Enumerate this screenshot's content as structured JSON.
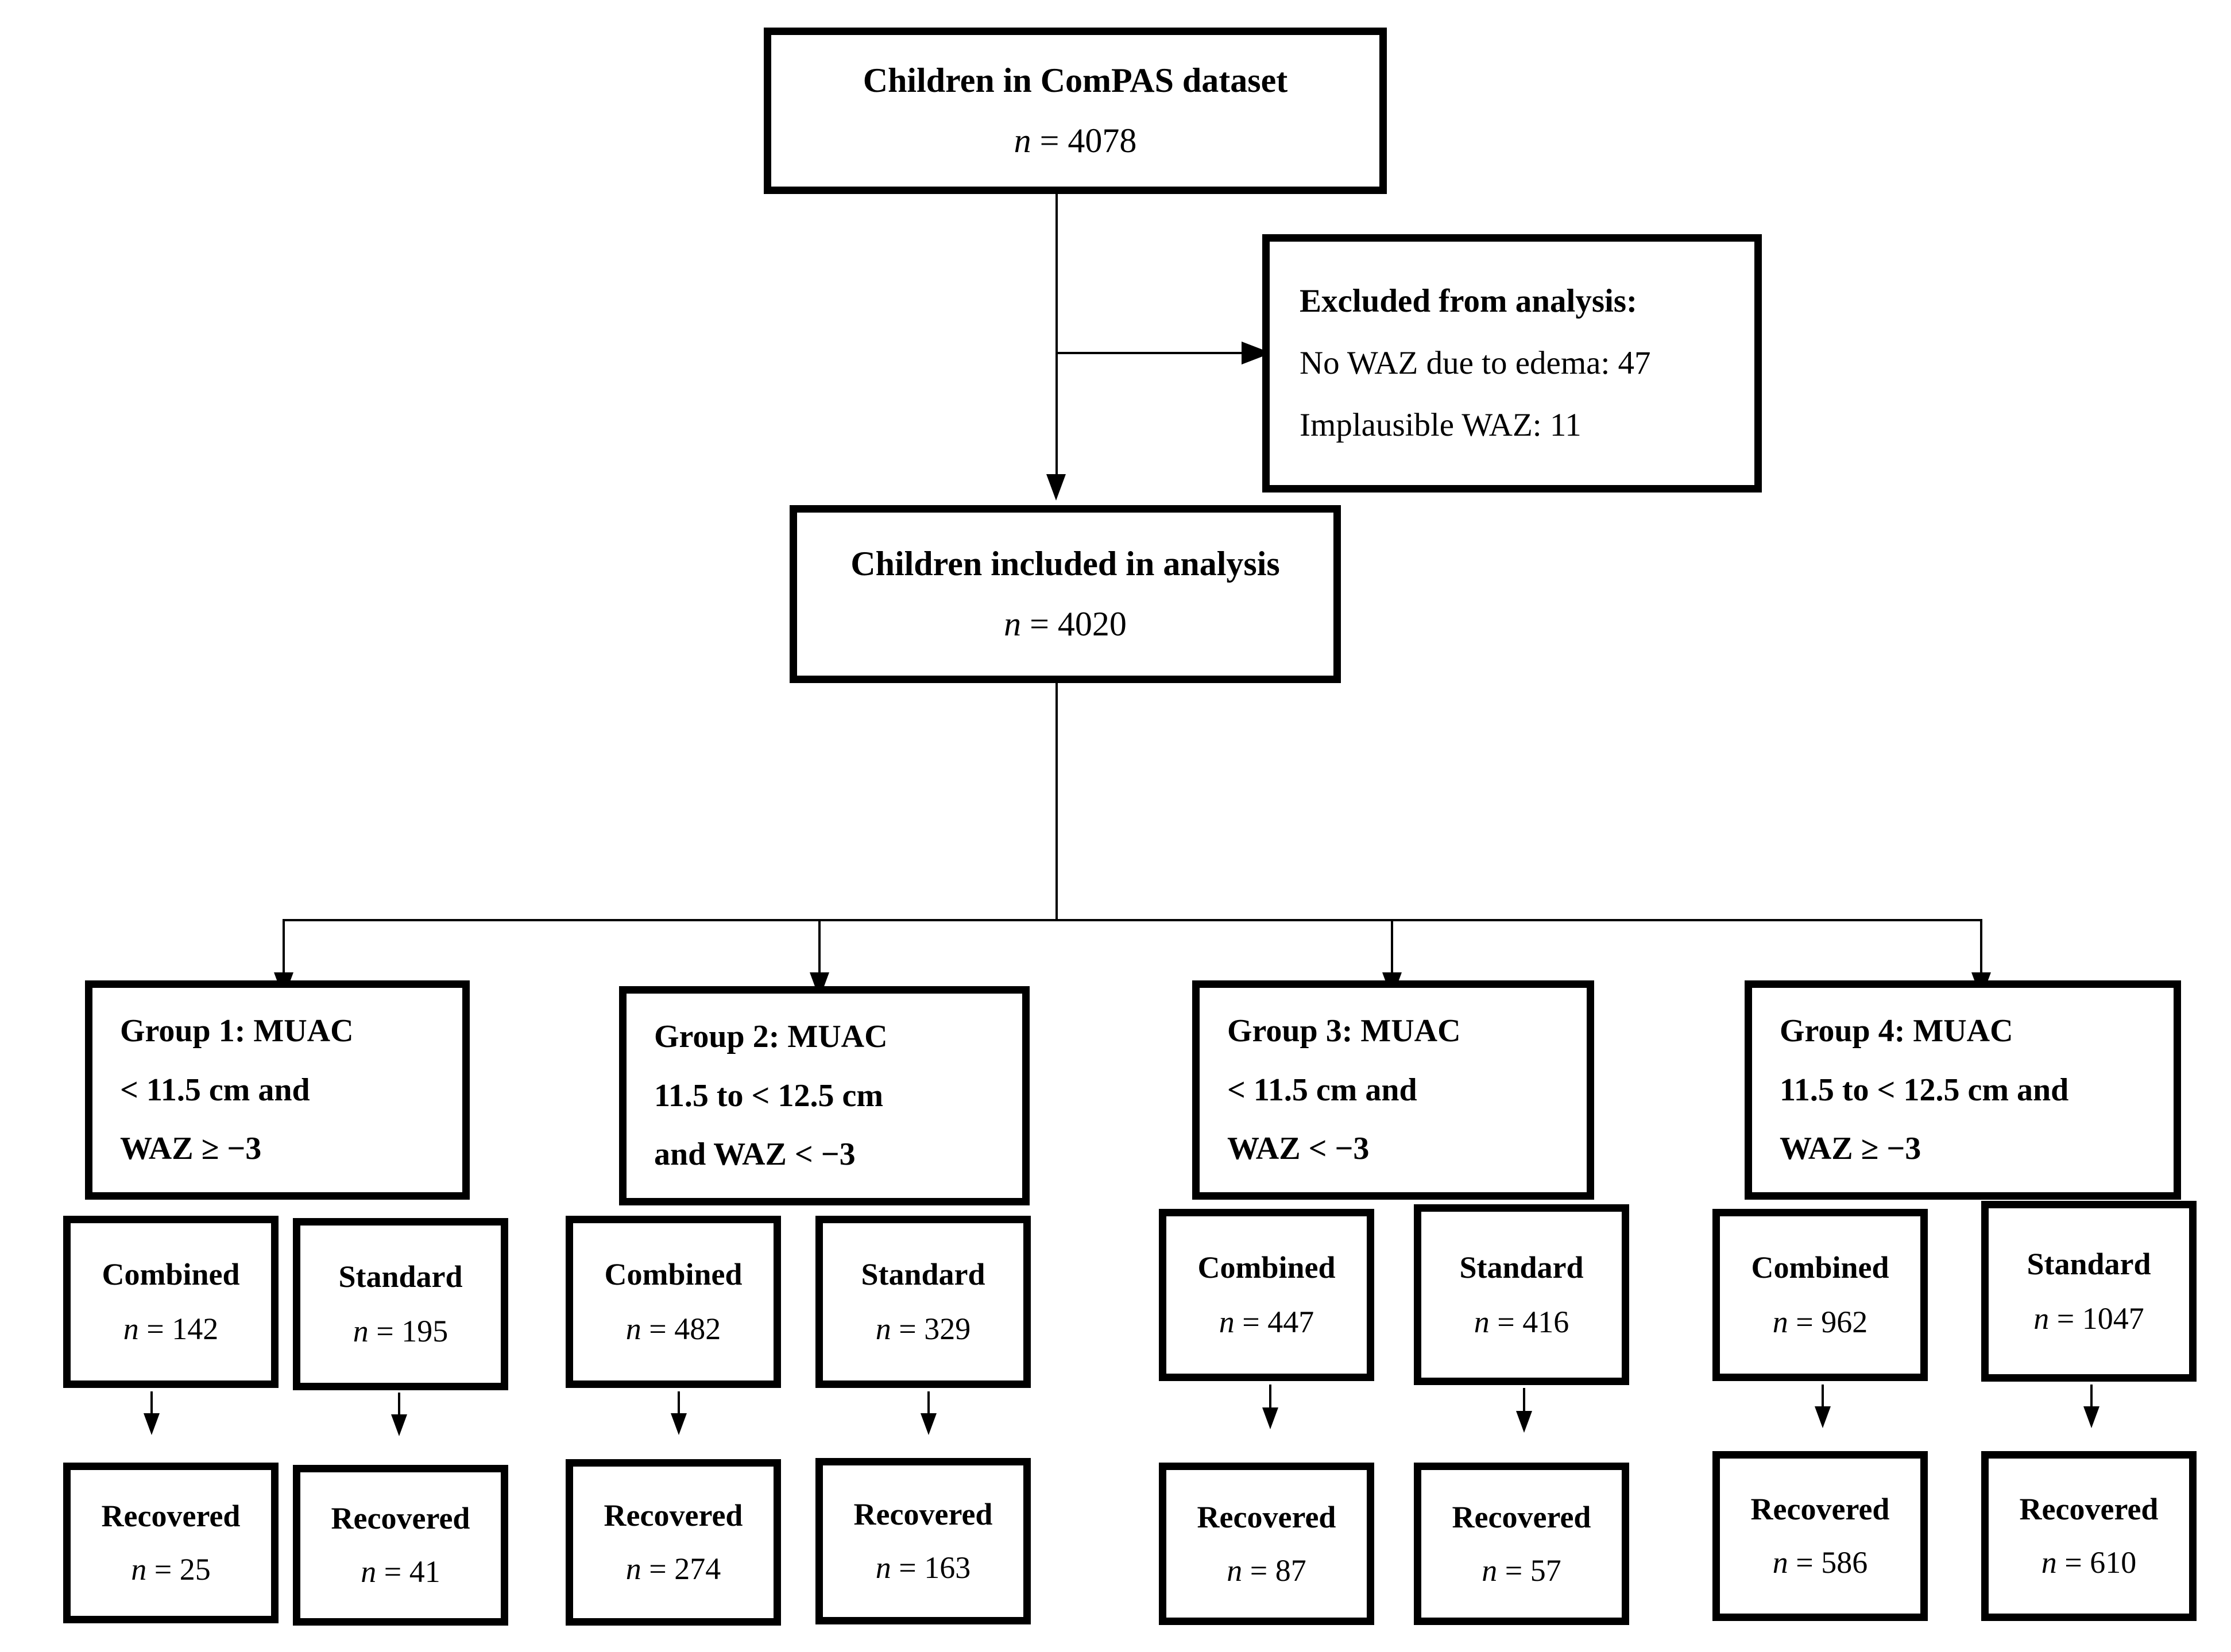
{
  "figure": {
    "type": "flowchart",
    "orientation": "top-down"
  },
  "nodes": {
    "dataset": {
      "title": "Children in ComPAS dataset",
      "n": "n = 4078"
    },
    "excluded": {
      "title": "Excluded from analysis:",
      "reason_1": "No WAZ due to edema: 47",
      "reason_2": "Implausible WAZ: 11"
    },
    "included": {
      "title": "Children included in analysis",
      "n": "n = 4020"
    }
  },
  "groups": [
    {
      "id": "group-1",
      "line_1": "Group 1: MUAC",
      "line_2": "< 11.5 cm and",
      "line_3": "WAZ ≥ −3",
      "arms": [
        {
          "label": "Combined",
          "n": "n = 142",
          "recovered_label": "Recovered",
          "recovered_n": "n = 25"
        },
        {
          "label": "Standard",
          "n": "n = 195",
          "recovered_label": "Recovered",
          "recovered_n": "n = 41"
        }
      ]
    },
    {
      "id": "group-2",
      "line_1": "Group 2: MUAC",
      "line_2": "11.5 to < 12.5 cm",
      "line_3": "and WAZ < −3",
      "arms": [
        {
          "label": "Combined",
          "n": "n = 482",
          "recovered_label": "Recovered",
          "recovered_n": "n = 274"
        },
        {
          "label": "Standard",
          "n": "n = 329",
          "recovered_label": "Recovered",
          "recovered_n": "n = 163"
        }
      ]
    },
    {
      "id": "group-3",
      "line_1": "Group 3: MUAC",
      "line_2": "< 11.5 cm and",
      "line_3": "WAZ < −3",
      "arms": [
        {
          "label": "Combined",
          "n": "n = 447",
          "recovered_label": "Recovered",
          "recovered_n": "n = 87"
        },
        {
          "label": "Standard",
          "n": "n = 416",
          "recovered_label": "Recovered",
          "recovered_n": "n = 57"
        }
      ]
    },
    {
      "id": "group-4",
      "line_1": "Group 4: MUAC",
      "line_2": "11.5 to < 12.5 cm and",
      "line_3": "WAZ ≥ −3",
      "arms": [
        {
          "label": "Combined",
          "n": "n = 962",
          "recovered_label": "Recovered",
          "recovered_n": "n = 586"
        },
        {
          "label": "Standard",
          "n": "n = 1047",
          "recovered_label": "Recovered",
          "recovered_n": "n = 610"
        }
      ]
    }
  ],
  "colors": {
    "box_border": "#000000",
    "background": "#ffffff",
    "text": "#000000",
    "connector": "#000000"
  }
}
